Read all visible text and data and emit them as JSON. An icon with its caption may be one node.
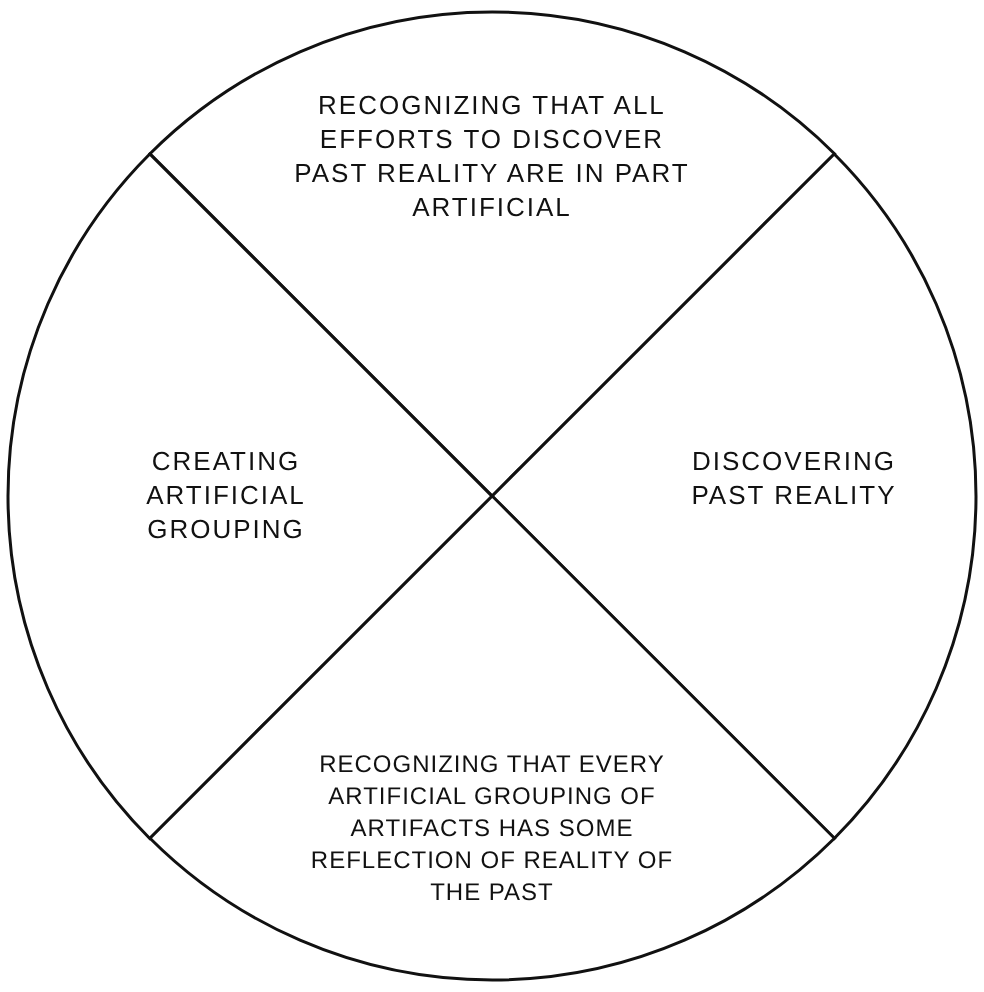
{
  "diagram": {
    "nodes": [
      {
        "text": [
          "RECOGNIZING THAT ALL EFFORTS TO DISCOVER PAST REALITY ARE IN PART ARTIFICIAL"
        ]
      },
      {
        "text": [
          "CREATING ARTIFICIAL GROUPING"
        ]
      },
      {
        "text": [
          "DISCOVERING PAST REALITY"
        ]
      },
      {
        "text": [
          "RECOGNIZING THAT EVERY ARTIFICIAL GROUPING OF ARTIFACTS HAS SOME REFLECTION OF REALITY OF THE PAST"
        ]
      }
    ]
  }
}
